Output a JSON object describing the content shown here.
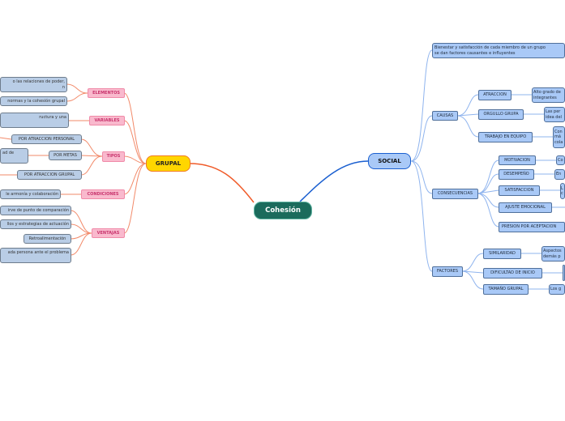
{
  "root": "Cohesión",
  "grupal": {
    "label": "GRUPAL",
    "elementos": {
      "label": "ELEMENTOS",
      "items": [
        "o las relaciones de poder,\nn",
        "normas y la cohesión grupal"
      ]
    },
    "variables": {
      "label": "VARIABLES",
      "items": [
        "ructura y una\n "
      ]
    },
    "tipos": {
      "label": "TIPOS",
      "items": [
        "POR ATRACCION PERSONAL",
        "POR METAS",
        "POR ATRACCION GRUPAL"
      ],
      "metas_detail": "ad de\n "
    },
    "condiciones": {
      "label": "CONDICIONES",
      "items": [
        "le armonía y colaboración"
      ]
    },
    "ventajas": {
      "label": "VENTAJAS",
      "items": [
        "irve de punto de comparación",
        "llos y estrategias de actuación",
        "Retroalimentación",
        "ada persona ante el problema\n "
      ]
    }
  },
  "social": {
    "label": "SOCIAL",
    "bienestar": "Bienestar y satisfacción de cada miembro de un grupo\nse dan factores causantes e influyentes",
    "causas": {
      "label": "CAUSAS",
      "items": [
        {
          "label": "ATRACCION",
          "detail": "Alto grado de\nintegrantes"
        },
        {
          "label": "ORGULLO GRUPA",
          "detail": "Las per\nidea del"
        },
        {
          "label": "TRABAJO EN EQUIPO",
          "detail": "Con\nmá\ncola"
        }
      ]
    },
    "consecuencias": {
      "label": "CONSECUENCIAS",
      "items": [
        {
          "label": "MOTIVACION",
          "detail": "Co"
        },
        {
          "label": "DESEMPEÑO",
          "detail": "En"
        },
        {
          "label": "SATISFACCION",
          "detail": "L\nc"
        },
        {
          "label": "AJUSTE EMOCIONAL"
        },
        {
          "label": "PRESION POR ACEPTACION"
        }
      ]
    },
    "factores": {
      "label": "FACTORES",
      "items": [
        {
          "label": "SIMILARIDAD",
          "detail": "Aspectos\ndemás p"
        },
        {
          "label": "DIFICULTAD DE INICIO",
          "detail": " \n "
        },
        {
          "label": "TAMAÑO GRUPAL",
          "detail": "Los g"
        }
      ]
    }
  }
}
